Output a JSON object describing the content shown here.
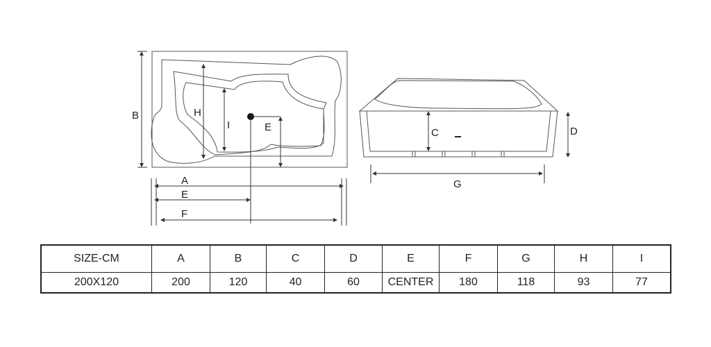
{
  "top_view": {
    "labels": {
      "A": "A",
      "B": "B",
      "E_vertical": "E",
      "E_horizontal": "E",
      "F": "F",
      "H": "H",
      "I": "I"
    }
  },
  "side_view": {
    "labels": {
      "C": "C",
      "D": "D",
      "G": "G"
    }
  },
  "size_table": {
    "headers": [
      "SIZE-CM",
      "A",
      "B",
      "C",
      "D",
      "E",
      "F",
      "G",
      "H",
      "I"
    ],
    "values": [
      "200X120",
      "200",
      "120",
      "40",
      "60",
      "CENTER",
      "180",
      "118",
      "93",
      "77"
    ]
  }
}
